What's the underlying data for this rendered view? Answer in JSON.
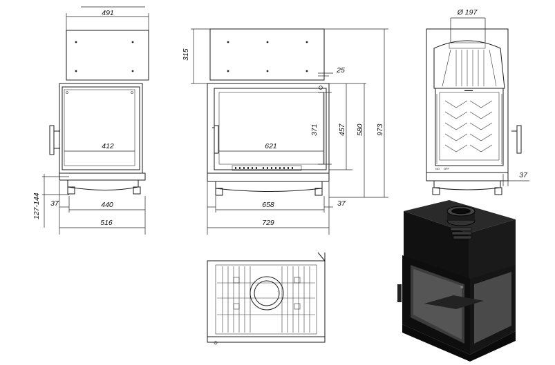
{
  "views": {
    "side": {
      "top_width": "491",
      "glass_width": "412",
      "leg_width": "440",
      "leg_offset": "37",
      "total_width": "516",
      "adjust_height": "127-144"
    },
    "front": {
      "top_height": "315",
      "offset": "25",
      "glass_width": "621",
      "glass_height": "371",
      "door_height": "457",
      "inner_height": "580",
      "total_height": "973",
      "leg_width": "658",
      "leg_offset": "37",
      "total_width": "729"
    },
    "back": {
      "flue_diameter": "Ø 197",
      "offset": "37",
      "label_a": "NO",
      "label_b": "OFF"
    }
  }
}
